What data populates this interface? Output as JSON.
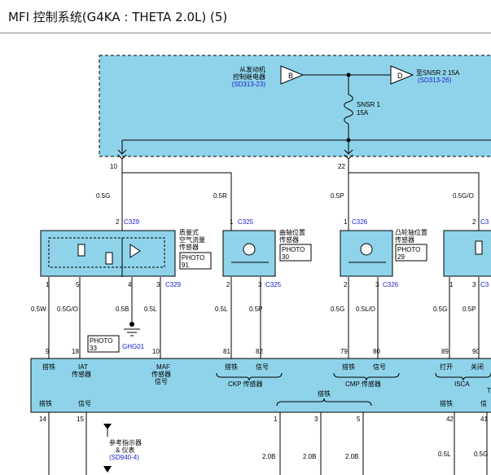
{
  "title": "MFI 控制系统(G4KA : THETA 2.0L) (5)",
  "colors": {
    "module_fill": "#8ed3ea",
    "module_border": "#000000",
    "link_blue": "#1a22cc",
    "wire": "#000000"
  },
  "top_box": {
    "source_label_1": "从发动机",
    "source_label_2": "控制继电器",
    "source_ref": "(SD313-23)",
    "arrow_b": "B",
    "arrow_d": "D",
    "dest_label": "至SNSR 2 15A",
    "dest_ref": "(SD313-26)",
    "fuse_name": "SNSR 1",
    "fuse_rating": "15A",
    "pin_left": "10",
    "pin_mid": "22"
  },
  "wires_upper": {
    "w1": "0.5G",
    "w2": "0.5R",
    "w3": "0.5P",
    "w4": "0.5G/O"
  },
  "sensors": {
    "maf": {
      "pin_top": "2",
      "conn_top": "C329",
      "name_1": "质量式",
      "name_2": "空气流量",
      "name_3": "传感器",
      "photo": "PHOTO",
      "photo_num": "91",
      "pins": [
        "1",
        "5",
        "4",
        "3"
      ],
      "conn_bottom": "C329"
    },
    "ckp": {
      "pin_top": "1",
      "conn_top": "C325",
      "name_1": "曲轴位置",
      "name_2": "传感器",
      "photo": "PHOTO",
      "photo_num": "30",
      "pins": [
        "2",
        "3"
      ],
      "conn_bottom": "C325"
    },
    "cmp": {
      "pin_top": "1",
      "conn_top": "C326",
      "name_1": "凸轮轴位置",
      "name_2": "传感器",
      "photo": "PHOTO",
      "photo_num": "29",
      "pins": [
        "2",
        "3"
      ],
      "conn_bottom": "C326"
    },
    "isca": {
      "pin_top": "2",
      "conn_top": "C3",
      "pins": [
        "1",
        "3"
      ],
      "conn_bottom": "C3"
    }
  },
  "wires_lower": [
    "0.5W",
    "0.5G/O",
    "0.5B",
    "0.5L",
    "0.5L",
    "0.5P",
    "0.5G",
    "0.5L/O",
    "0.5G",
    "0.5P"
  ],
  "ground": {
    "photo": "PHOTO",
    "photo_num": "33",
    "name": "GHG01"
  },
  "ecm_pins": [
    "9",
    "18",
    "10",
    "81",
    "82",
    "79",
    "80",
    "89",
    "90"
  ],
  "ecm_labels": {
    "ground": "搭铁",
    "iat_1": "IAT",
    "iat_2": "传感器",
    "maf_1": "MAF",
    "maf_2": "传感器",
    "maf_3": "信号",
    "ckp_ground": "搭铁",
    "ckp_signal": "信号",
    "ckp_name": "CKP 传感器",
    "cmp_ground": "搭铁",
    "cmp_signal": "信号",
    "cmp_name": "CMP 传感器",
    "open": "打开",
    "close": "关闭",
    "isca": "ISCA",
    "t_trunc": "T",
    "mid_ground": "搭铁",
    "row2_ground": "搭铁",
    "row2_signal": "信号",
    "row2_right_ground": "搭铁",
    "row2_right_signal": "信"
  },
  "ecm_bottom_pins": [
    "14",
    "15",
    "1",
    "3",
    "5",
    "42",
    "41"
  ],
  "reference": {
    "line1": "参考指示器",
    "line2": "& 仪表",
    "ref": "(SD940-4)"
  },
  "wires_bottom": [
    "2.0B",
    "2.0B",
    "2.0B",
    "0.5L",
    "0.5G"
  ]
}
